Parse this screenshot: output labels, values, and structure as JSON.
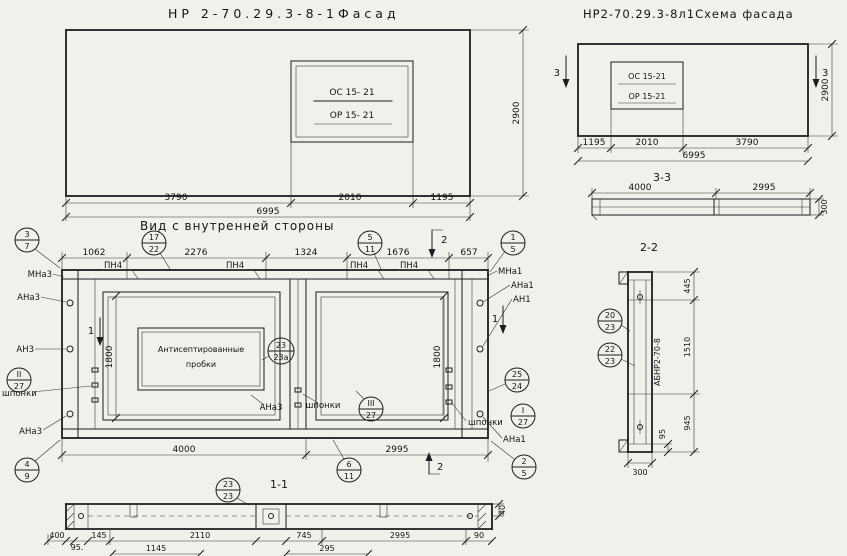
{
  "colors": {
    "paper": "#f2f0ea",
    "ink": "#1d1d1d"
  },
  "titles": {
    "facade": "НР 2-70.29.3-8-1Фасад",
    "schema": "НР2-70.29.3-8л1Схема фасада",
    "inner_view": "Вид с внутренней стороны",
    "s33": "3-3",
    "s22": "2-2",
    "s11": "1-1"
  },
  "facade": {
    "win1": "ОС 15- 21",
    "win2": "ОР 15- 21",
    "d1": "3790",
    "d2": "2010",
    "d3": "1195",
    "dt": "6995",
    "dh": "2900"
  },
  "schema": {
    "win1": "ОС 15-21",
    "win2": "ОР 15-21",
    "d1": "1195",
    "d2": "2010",
    "d3": "3790",
    "dt": "6995",
    "dh": "2900",
    "mark": "3"
  },
  "s33": {
    "d1": "4000",
    "d2": "2995",
    "d3": "300"
  },
  "inner": {
    "top_dims": [
      "1062",
      "2276",
      "1324",
      "1676",
      "657"
    ],
    "pn4": "ПН4",
    "mna3": "МНа3",
    "ana3": "АНа3",
    "an3": "АН3",
    "mna1": "МНа1",
    "ana1": "АНа1",
    "an1": "АН1",
    "shponki": "шпонки",
    "plugs1": "Антисептированные",
    "plugs2": "пробки",
    "dh": "1800",
    "b1": "4000",
    "b2": "2995",
    "m1": "1",
    "m2": "2"
  },
  "s22": {
    "d1": "445",
    "d2": "1510",
    "d3": "945",
    "d4": "95",
    "d5": "300",
    "stamp": "АБНР2-70-8"
  },
  "s11": {
    "d": [
      "400",
      "95.",
      "145",
      "1145",
      "2110",
      "745",
      "295",
      "2995",
      "90",
      "40"
    ]
  },
  "callouts": {
    "c37": {
      "t": "3",
      "b": "7"
    },
    "c1722": {
      "t": "17",
      "b": "22"
    },
    "c511": {
      "t": "5",
      "b": "11"
    },
    "c15": {
      "t": "1",
      "b": "5"
    },
    "c2323a": {
      "t": "23",
      "b": "23а"
    },
    "c2524": {
      "t": "25",
      "b": "24"
    },
    "cII27": {
      "t": "II",
      "b": "27"
    },
    "cIII27": {
      "t": "III",
      "b": "27"
    },
    "cI27": {
      "t": "I",
      "b": "27"
    },
    "c49": {
      "t": "4",
      "b": "9"
    },
    "c611": {
      "t": "6",
      "b": "11"
    },
    "c25": {
      "t": "2",
      "b": "5"
    },
    "c2023": {
      "t": "20",
      "b": "23"
    },
    "c2223": {
      "t": "22",
      "b": "23"
    },
    "c2323": {
      "t": "23",
      "b": "23"
    }
  }
}
